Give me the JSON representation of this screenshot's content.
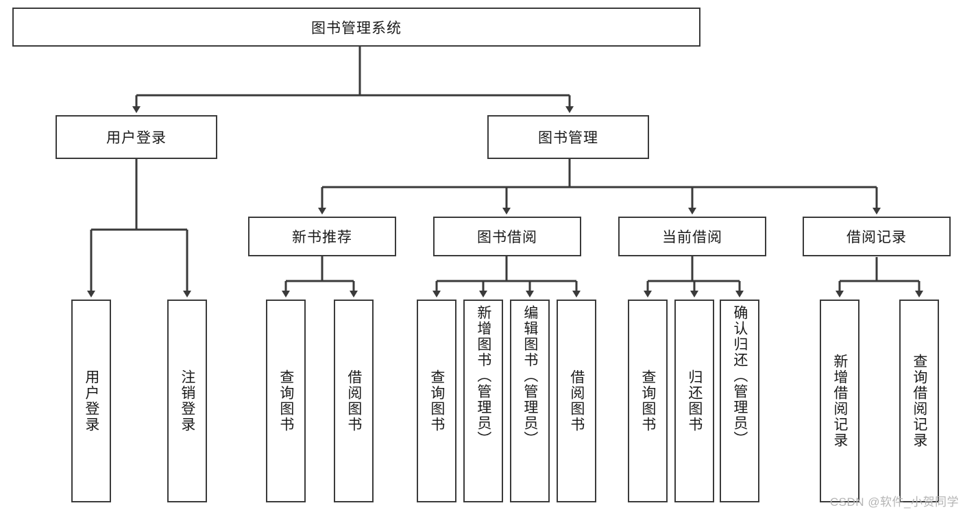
{
  "diagram": {
    "title": "图书管理系统",
    "type": "hierarchy-tree",
    "root": {
      "label": "图书管理系统"
    },
    "level2": [
      {
        "label": "用户登录"
      },
      {
        "label": "图书管理"
      }
    ],
    "level3": [
      {
        "label": "新书推荐"
      },
      {
        "label": "图书借阅"
      },
      {
        "label": "当前借阅"
      },
      {
        "label": "借阅记录"
      }
    ],
    "leaves": {
      "user_login": [
        {
          "label": "用户登录"
        },
        {
          "label": "注销登录"
        }
      ],
      "new_book_recommend": [
        {
          "label": "查询图书"
        },
        {
          "label": "借阅图书"
        }
      ],
      "book_borrow": [
        {
          "label": "查询图书"
        },
        {
          "label": "新增图书（管理员）"
        },
        {
          "label": "编辑图书（管理员）"
        },
        {
          "label": "借阅图书"
        }
      ],
      "current_borrow": [
        {
          "label": "查询图书"
        },
        {
          "label": "归还图书"
        },
        {
          "label": "确认归还（管理员）"
        }
      ],
      "borrow_record": [
        {
          "label": "新增借阅记录"
        },
        {
          "label": "查询借阅记录"
        }
      ]
    }
  },
  "watermark": {
    "text": "CSDN @软件_小贺同学"
  },
  "colors": {
    "box_border": "#3a3a3a",
    "line": "#3a3a3a",
    "text": "#1a1a1a",
    "background": "#ffffff",
    "watermark": "#b4b4b4"
  }
}
